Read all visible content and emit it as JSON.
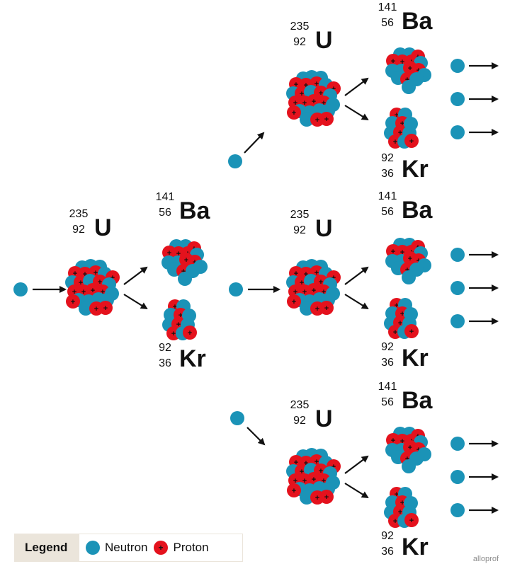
{
  "colors": {
    "neutron": "#1b93b7",
    "proton": "#e4121d",
    "arrow": "#111111",
    "legend_bg": "#ebe5db"
  },
  "nuclides": {
    "uranium": {
      "mass": "235",
      "atomic": "92",
      "symbol": "U"
    },
    "barium": {
      "mass": "141",
      "atomic": "56",
      "symbol": "Ba"
    },
    "krypton": {
      "mass": "92",
      "atomic": "36",
      "symbol": "Kr"
    }
  },
  "proton_sign": "+",
  "legend": {
    "title": "Legend",
    "neutron_label": "Neutron",
    "proton_label": "Proton"
  },
  "watermark": "alloprof"
}
